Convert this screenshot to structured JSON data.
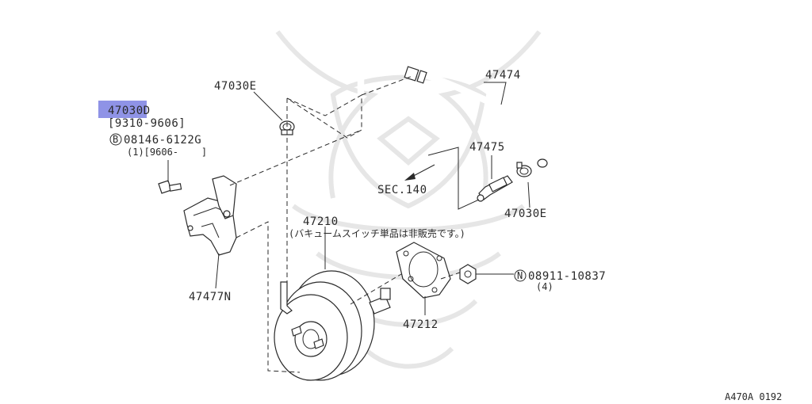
{
  "diagram": {
    "highlight_color": "#8f93e6",
    "ink_color": "#2a2a2a",
    "labels": {
      "p47030E_top": "47030E",
      "p47030D": "47030D",
      "p47030D_range": "[9310-9606]",
      "bolt_prefix": "B",
      "bolt_code": "08146-6122G",
      "bolt_qty_range": "(1)[9606-    ]",
      "p47477N": "47477N",
      "p47474": "47474",
      "p47475": "47475",
      "sec140": "SEC.140",
      "p47030E_right": "47030E",
      "p47210": "47210",
      "p47210_note": "(バキュームスイッチ単品は非販売です。)",
      "p47212": "47212",
      "nut_prefix": "N",
      "nut_code": "08911-10837",
      "nut_qty": "(4)",
      "footer_code": "A470A 0192"
    }
  }
}
